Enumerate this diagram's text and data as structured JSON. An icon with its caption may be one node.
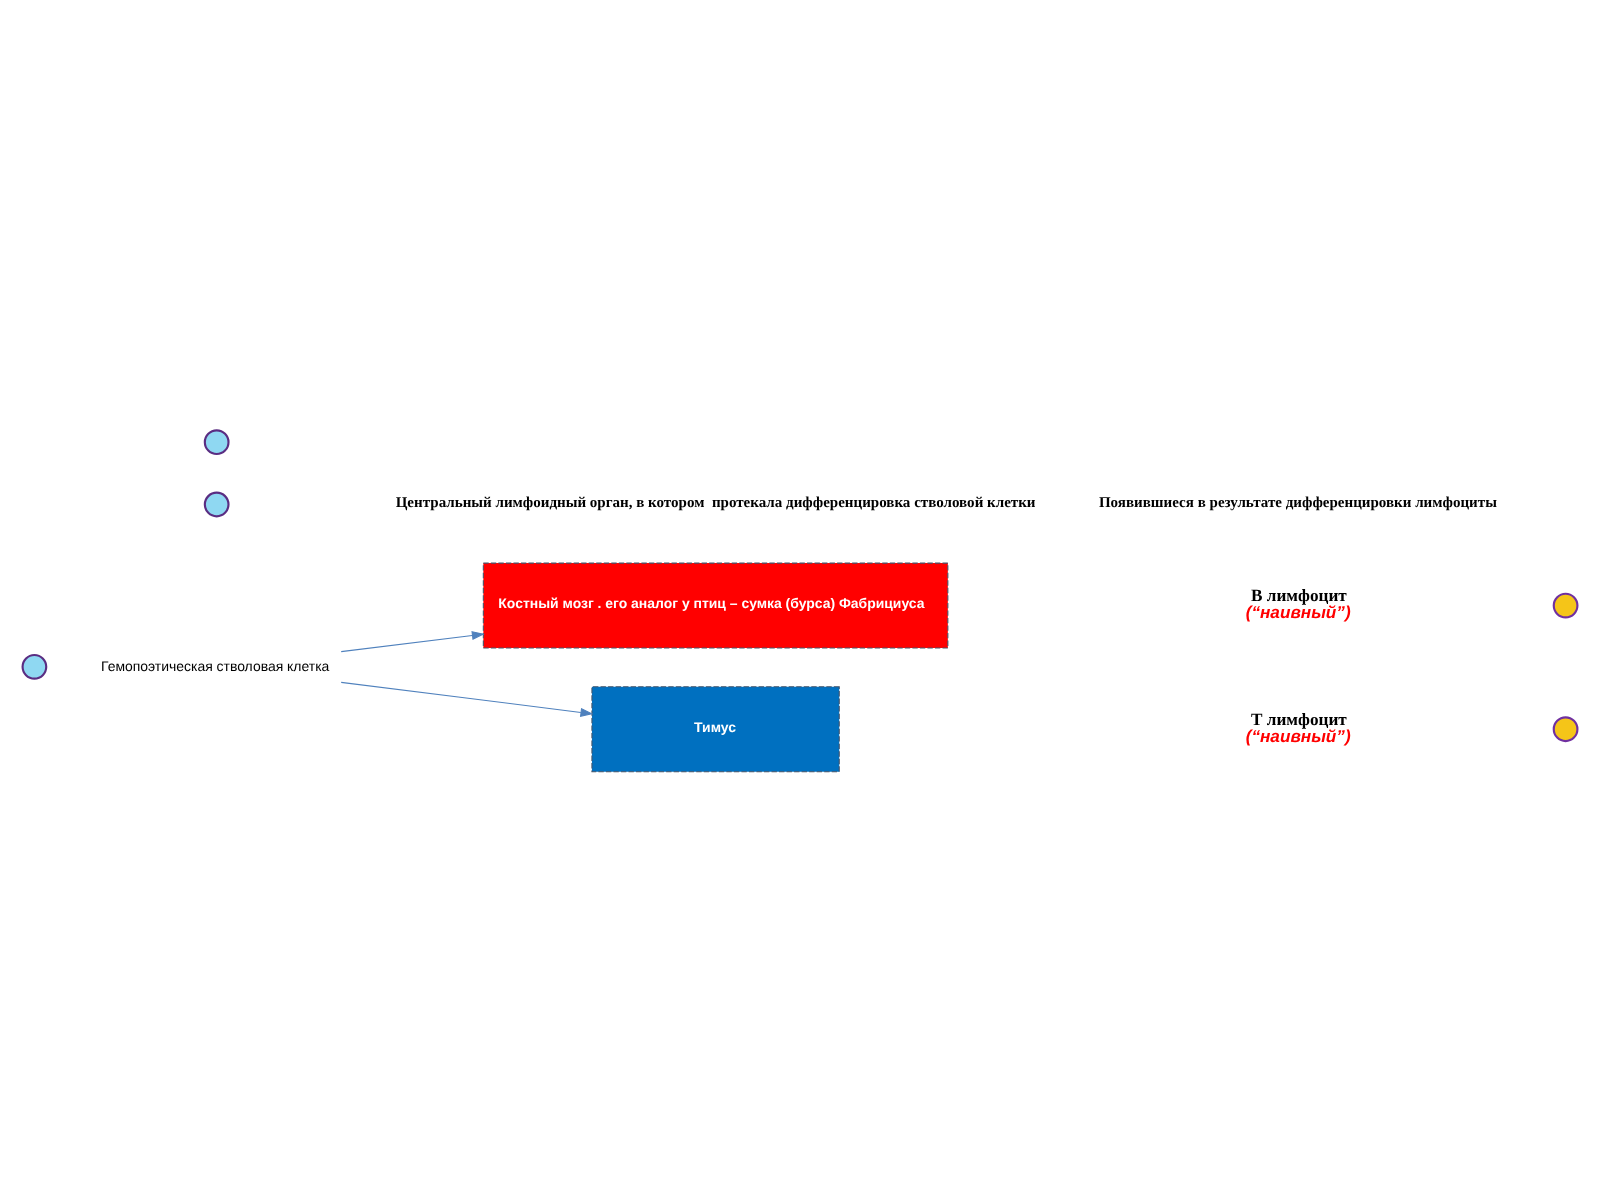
{
  "diagram": {
    "nodes": [
      {
        "text": [],
        "shape": "circle"
      },
      {
        "text": [],
        "shape": "circle"
      },
      {
        "text": [
          "Гемопоэтическая стволовая клетка"
        ]
      },
      {
        "text": [],
        "shape": "circle"
      },
      {
        "text": [
          "Костный мозг . его аналог у птиц – сумка (бурса) Фабрициуса"
        ]
      },
      {
        "text": [
          "Тимус"
        ]
      },
      {
        "text": [
          "В лимфоцит",
          "(“наивный”)"
        ]
      },
      {
        "text": [],
        "shape": "circle"
      },
      {
        "text": [
          "Т лимфоцит",
          "(“наивный”)"
        ]
      },
      {
        "text": [],
        "shape": "circle"
      }
    ],
    "edges": [
      {
        "from": 2,
        "to": 4,
        "arrow": "to"
      },
      {
        "from": 2,
        "to": 5,
        "arrow": "to"
      }
    ],
    "labels": [
      "Центральный лимфоидный орган, в котором  протекала дифференцировка стволовой клетки",
      "Появившиеся в результате дифференцировки лимфоциты"
    ]
  }
}
